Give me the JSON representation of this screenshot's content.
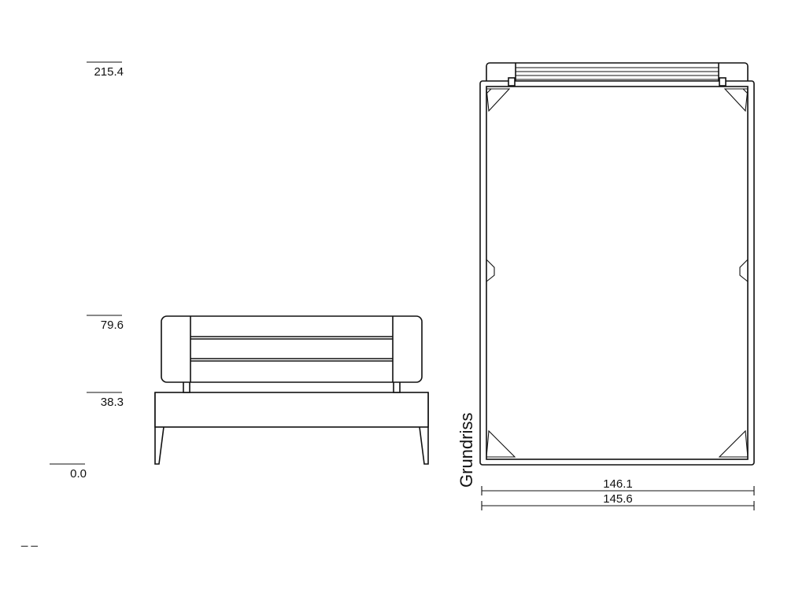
{
  "levels": {
    "top": "215.4",
    "headboard_top": "79.6",
    "frame_top": "38.3",
    "floor": "0.0"
  },
  "plan": {
    "label": "Grundriss",
    "width_outer": "146.1",
    "width_inner": "145.6"
  },
  "footer": {
    "marks": "_ _"
  }
}
